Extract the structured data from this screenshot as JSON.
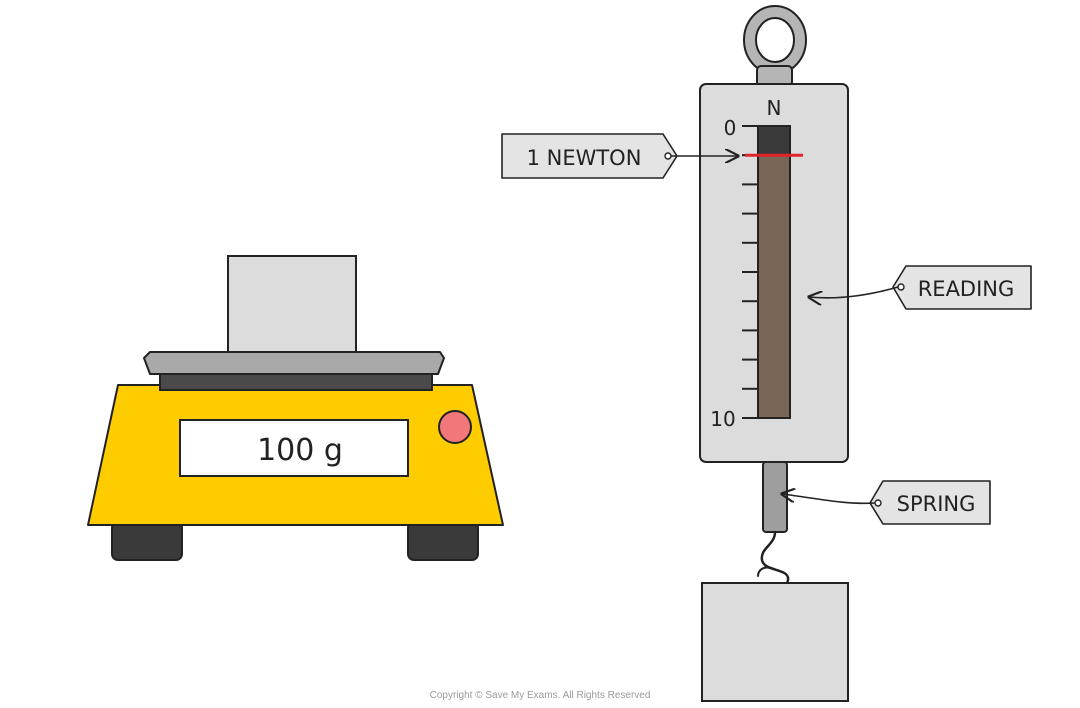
{
  "scale": {
    "display_reading": "100 g",
    "colors": {
      "body": "#ffcc00",
      "button": "#f2777a",
      "pan": "#a9a9a9",
      "display": "#ffffff"
    }
  },
  "newton_meter": {
    "unit": "N",
    "scale_min_label": "0",
    "scale_max_label": "10",
    "scale_min": 0,
    "scale_max": 10,
    "marked_value": 1,
    "colors": {
      "body": "#dcdcdc",
      "tube": "#7a6657",
      "marker": "#e0242a"
    }
  },
  "labels": {
    "one_newton": "1 NEWTON",
    "reading": "READING",
    "spring": "SPRING"
  },
  "copyright": "Copyright © Save My Exams. All Rights Reserved"
}
